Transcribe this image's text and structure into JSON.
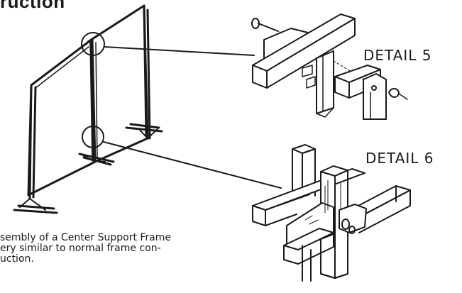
{
  "heading": "ruction",
  "labels": {
    "detail_5": "DETAIL 5",
    "detail_6": "DETAIL 6"
  },
  "caption": {
    "lines": [
      "sembly of a Center Support Frame",
      "ery similar to normal frame con-",
      "uction."
    ]
  }
}
